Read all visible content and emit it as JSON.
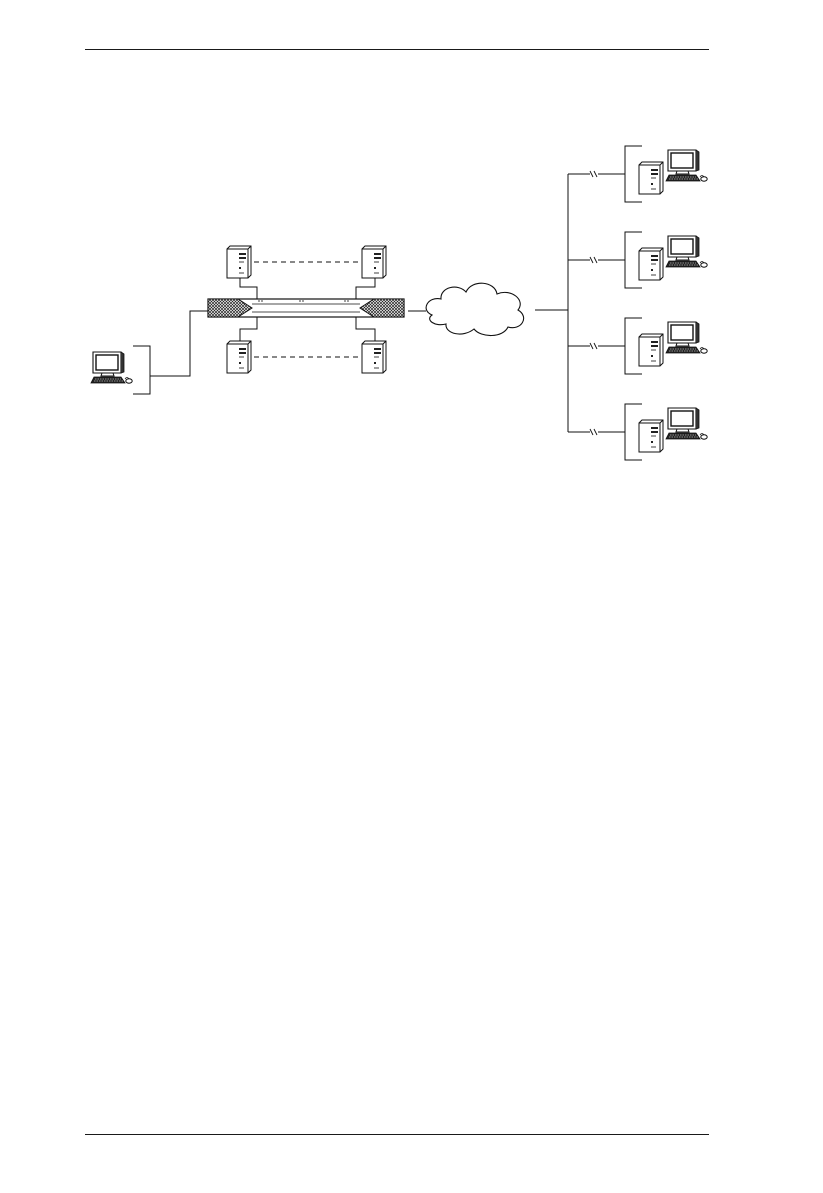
{
  "page": {
    "background": "#ffffff",
    "line_color": "#1a1a1a"
  },
  "diagram": {
    "type": "network-topology",
    "local_console": {
      "icon": "workstation-icon"
    },
    "kvm_switch": {
      "icon": "rack-kvm-switch-icon"
    },
    "attached_servers": {
      "icon": "tower-server-icon",
      "count_shown": 4,
      "continuation": "dashed"
    },
    "network": {
      "icon": "cloud-icon"
    },
    "remote_users": {
      "icon": "workstation-with-tower-icon",
      "count": 4
    }
  }
}
